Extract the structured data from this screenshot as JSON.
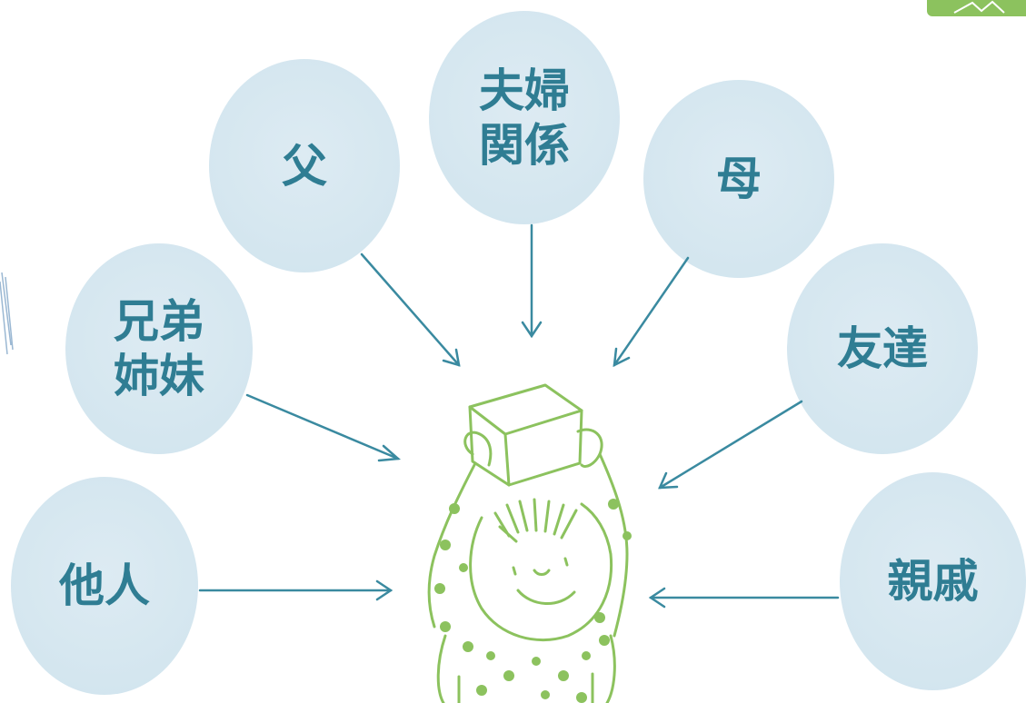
{
  "nodes": {
    "father": "父",
    "couple": "夫婦\n関係",
    "mother": "母",
    "siblings": "兄弟\n姉妹",
    "friends": "友達",
    "others": "他人",
    "relatives": "親戚"
  },
  "colors": {
    "circle_fill": "#d4e6ef",
    "label_text": "#2f7d93",
    "arrow": "#3a8aa0",
    "child_line": "#8cc25e"
  },
  "icons": {
    "center_figure": "child-holding-box-icon",
    "logo": "green-logo-icon"
  }
}
